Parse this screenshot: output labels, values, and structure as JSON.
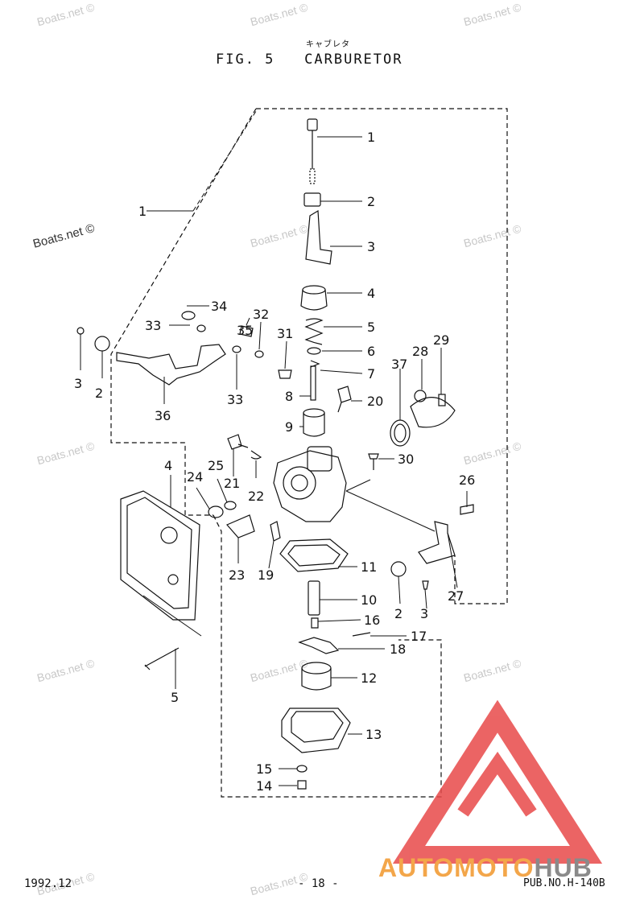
{
  "header": {
    "fig_label": "FIG. 5",
    "title": "CARBURETOR",
    "kana": "キャブレタ"
  },
  "watermark": {
    "text": "Boats.net ©"
  },
  "callouts": [
    "1",
    "2",
    "3",
    "4",
    "5",
    "6",
    "7",
    "8",
    "9",
    "10",
    "11",
    "12",
    "13",
    "14",
    "15",
    "16",
    "17",
    "18",
    "19",
    "20",
    "21",
    "22",
    "23",
    "24",
    "25",
    "26",
    "27",
    "28",
    "29",
    "30",
    "31",
    "32",
    "33",
    "34",
    "35",
    "36",
    "37"
  ],
  "footer": {
    "date": "1992.12",
    "page": "- 18 -",
    "pub_no": "PUB.NO.H-140B"
  },
  "brand": {
    "part1": "AUTOMOTO",
    "part2": "HUB",
    "color_primary": "#f3a64a",
    "color_secondary": "#8a8a8a",
    "logo_color": "#e84a4a"
  }
}
